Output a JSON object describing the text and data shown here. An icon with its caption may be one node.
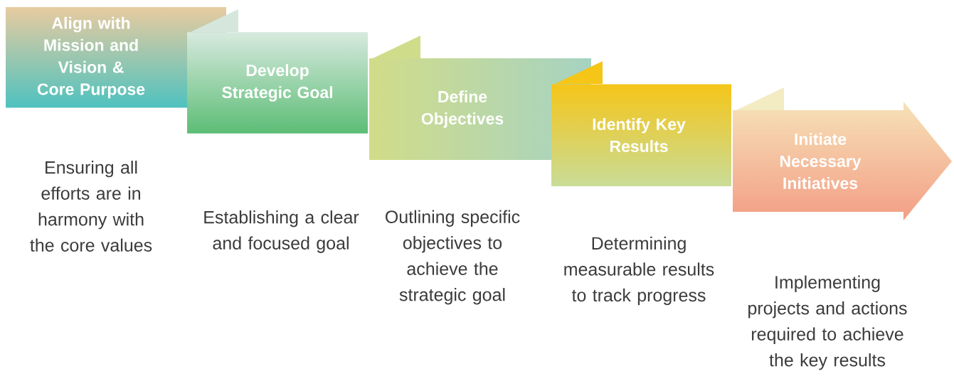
{
  "diagram": {
    "nodes": [
      {
        "text": [
          "Align with Mission and Vision & Core Purpose"
        ]
      },
      {
        "text": [
          "Develop Strategic Goal"
        ]
      },
      {
        "text": [
          "Define Objectives"
        ]
      },
      {
        "text": [
          "Identify Key Results"
        ]
      },
      {
        "text": [
          "Initiate Necessary Initiatives"
        ]
      }
    ],
    "labels": [
      "Ensuring all efforts are in harmony with the core values",
      "Establishing a clear and focused goal",
      "Outlining specific objectives to achieve the strategic goal",
      "Determining measurable results to track progress",
      "Implementing projects and actions required to achieve the key results"
    ]
  }
}
